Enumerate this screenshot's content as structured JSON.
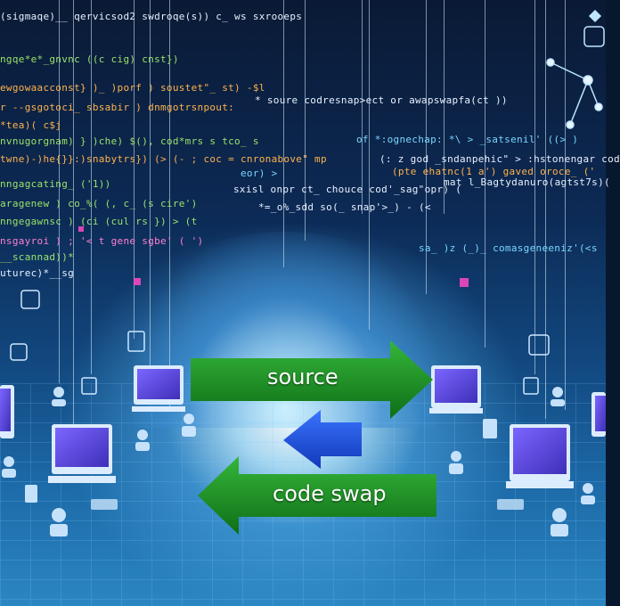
{
  "arrows": {
    "top_label": "source",
    "bottom_label": "code swap"
  },
  "code_lines": [
    {
      "text": "(sigmaqe)__ qervicsod2  swdroqe(s))   c_  ws  sxrooeps",
      "cls": "c-white"
    },
    {
      "text": "ngqe*e*_gnvnc  ((c  cig)  cnst})",
      "cls": "c-green"
    },
    {
      "text": "ewgowaacconst} )_ )porf  )    soustet\"_  st)  -$l",
      "cls": "c-orange"
    },
    {
      "text": "r  --gsgotoci_ sbsabir  )  dnmgotrsnpout:",
      "cls": "c-orange"
    },
    {
      "text": "*tea)(  c$j",
      "cls": "c-orange"
    },
    {
      "text": "nvnugorgnam) } )che)  $(),  cod*mrs  s  tco_  s",
      "cls": "c-green"
    },
    {
      "text": "twne)-)he{}}:)snabytrs})  (> (-  ;    coc  =  cnronabove\"  mp",
      "cls": "c-orange"
    },
    {
      "text": "eor) >",
      "cls": "c-cyan"
    },
    {
      "text": "nngagcating_  ('1))",
      "cls": "c-green"
    },
    {
      "text": "aragenew )  co_%(  (, c_  (s  cire')",
      "cls": "c-green"
    },
    {
      "text": "nngegawnsc  )  (ci  (cul  rs  })  >  (t",
      "cls": "c-green"
    },
    {
      "text": "nsgayroi ) ;  '<  t  gene  sgbe'  (  ')",
      "cls": "c-pink"
    },
    {
      "text": "__scannad))*",
      "cls": "c-green"
    },
    {
      "text": "uturec)*__sg",
      "cls": "c-white"
    }
  ],
  "right_code_lines": [
    {
      "text": "* soure codresnap>ect  or  awapswapfa(ct  ))",
      "cls": "c-white"
    },
    {
      "text": "of  *:ognechap:  *\\  >  _satsenil'  ((>  )",
      "cls": "c-cyan"
    },
    {
      "text": "(:  z  god  _sndanpehic\" > :hstonengar  cod",
      "cls": "c-white"
    },
    {
      "text": "(pte  ehatnc(1 a') gaved  oroce_  ('",
      "cls": "c-orange"
    },
    {
      "text": "mat  l_Bagtydanuro(agtst7s)(",
      "cls": "c-white"
    },
    {
      "text": "sxisl  onpr  ct_  chouce  cod'_sag\"opr) (",
      "cls": "c-white"
    },
    {
      "text": "*=_o%_sdd so(_   snap'>_)  -  (<",
      "cls": "c-white"
    },
    {
      "text": "sa_  )z  (_)_ comasgeneeniz'(<s",
      "cls": "c-cyan"
    }
  ],
  "colors": {
    "arrow_green": "#1e8f25",
    "arrow_blue": "#1f55d8",
    "monitor_screen": "#5f49d6",
    "monitor_frame": "#dcecff"
  }
}
